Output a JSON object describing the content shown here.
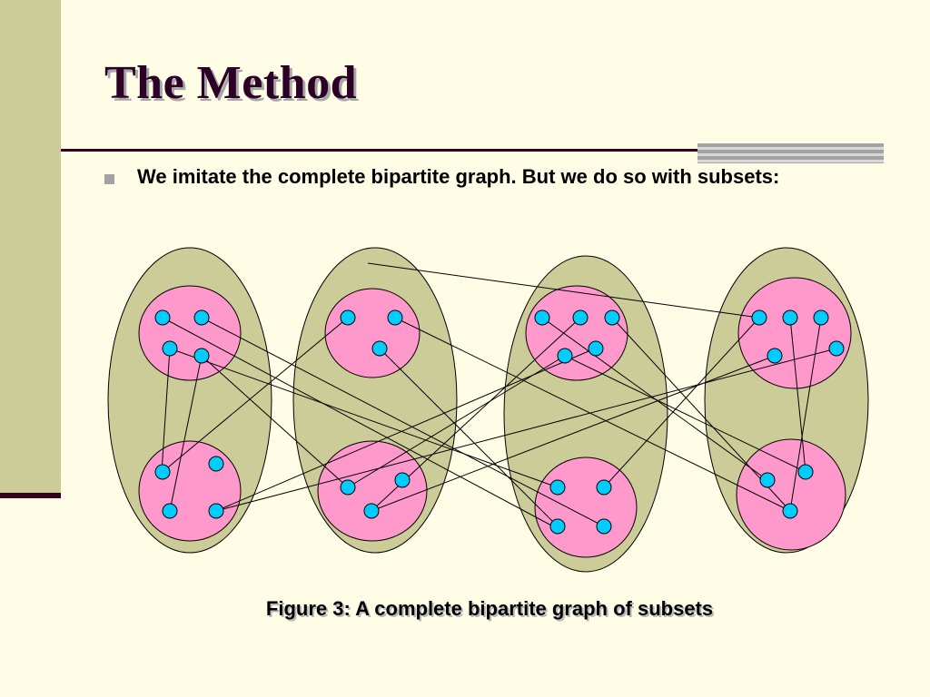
{
  "slide": {
    "title": "The Method",
    "bullet": "We imitate the complete bipartite graph. But we do so with subsets:",
    "caption": "Figure 3: A complete bipartite graph of subsets"
  },
  "colors": {
    "background": "#fffde6",
    "side_bar": "#cccc99",
    "title_text": "#2d0026",
    "ellipse_fill": "#cccc99",
    "subset_fill": "#ff99cc",
    "node_fill": "#00ccff"
  },
  "diagram": {
    "groups": 4,
    "subsets_per_group": 2,
    "node_shape": "circle",
    "edge_style": "thin black lines"
  }
}
